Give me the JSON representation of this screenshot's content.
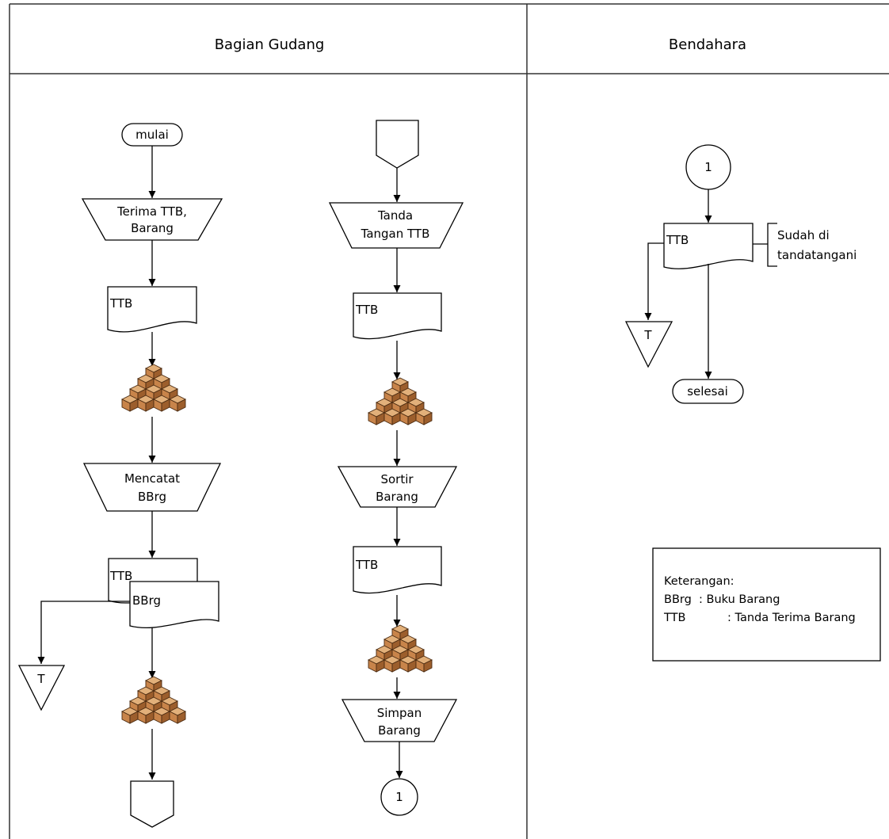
{
  "lanes": {
    "gudang_title": "Bagian Gudang",
    "bendahara_title": "Bendahara"
  },
  "gudang_left": {
    "start": "mulai",
    "step1_line1": "Terima TTB,",
    "step1_line2": "Barang",
    "doc1": "TTB",
    "step2_line1": "Mencatat",
    "step2_line2": "BBrg",
    "doc2a": "TTB",
    "doc2b": "BBrg",
    "offpage_marker": "T"
  },
  "gudang_right": {
    "step1_line1": "Tanda",
    "step1_line2": "Tangan TTB",
    "doc1": "TTB",
    "step2_line1": "Sortir",
    "step2_line2": "Barang",
    "doc2": "TTB",
    "step3_line1": "Simpan",
    "step3_line2": "Barang",
    "connector": "1"
  },
  "bendahara": {
    "connector": "1",
    "doc": "TTB",
    "note_line1": "Sudah di",
    "note_line2": "tandatangani",
    "offpage_marker": "T",
    "end": "selesai"
  },
  "legend": {
    "title": "Keterangan:",
    "row1_key": "BBrg",
    "row1_value": ": Buku Barang",
    "row2_key": "TTB",
    "row2_value": ": Tanda Terima Barang"
  },
  "colors": {
    "box_top": "#e2b07a",
    "box_left": "#c8844a",
    "box_right": "#9c5e2c",
    "box_edge": "#4a2a10"
  },
  "icons": [
    "goods-stack-icon"
  ]
}
